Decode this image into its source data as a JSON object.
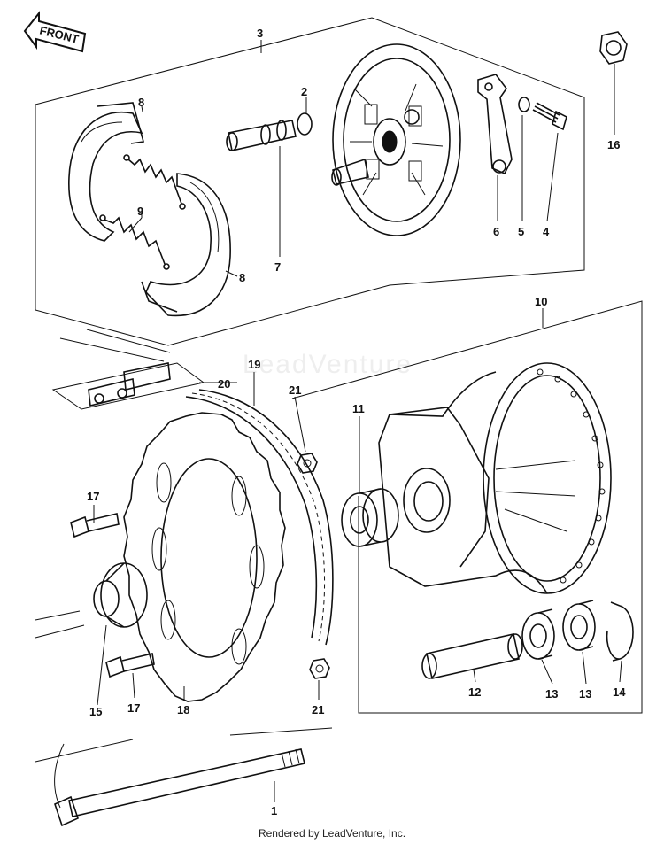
{
  "front_arrow": {
    "label": "FRONT"
  },
  "callouts": {
    "c1": "1",
    "c2": "2",
    "c3": "3",
    "c4": "4",
    "c5": "5",
    "c6": "6",
    "c7": "7",
    "c8a": "8",
    "c8b": "8",
    "c9": "9",
    "c10": "10",
    "c11": "11",
    "c12": "12",
    "c13a": "13",
    "c13b": "13",
    "c14": "14",
    "c15": "15",
    "c16": "16",
    "c17a": "17",
    "c17b": "17",
    "c18": "18",
    "c19": "19",
    "c20": "20",
    "c21a": "21",
    "c21b": "21"
  },
  "watermark": {
    "text": "LeadVenture"
  },
  "footer": {
    "text": "Rendered by LeadVenture, Inc."
  }
}
